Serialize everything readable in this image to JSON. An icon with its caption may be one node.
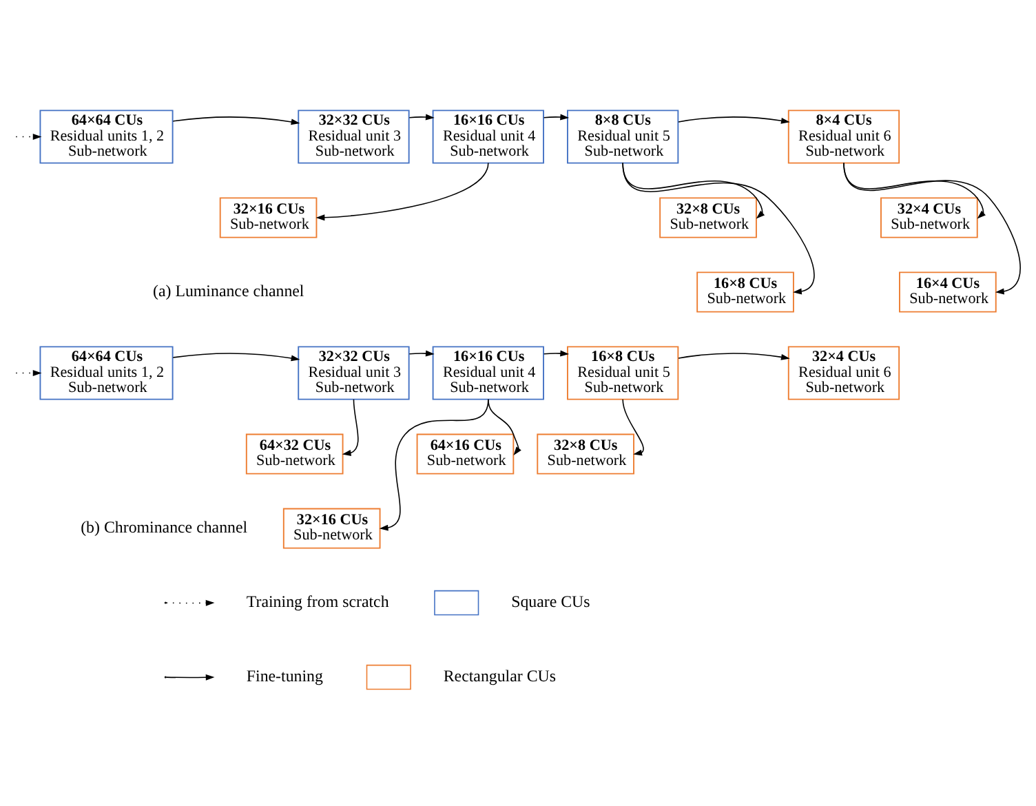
{
  "diagram": {
    "nodes": [
      {
        "text": [
          "64×64 CUs",
          "Residual units 1, 2",
          "Sub-network"
        ]
      },
      {
        "text": [
          "32×32 CUs",
          "Residual unit 3",
          "Sub-network"
        ]
      },
      {
        "text": [
          "16×16 CUs",
          "Residual unit 4",
          "Sub-network"
        ]
      },
      {
        "text": [
          "8×8 CUs",
          "Residual unit 5",
          "Sub-network"
        ]
      },
      {
        "text": [
          "8×4 CUs",
          "Residual unit 6",
          "Sub-network"
        ]
      },
      {
        "text": [
          "32×16 CUs",
          "Sub-network"
        ]
      },
      {
        "text": [
          "32×8 CUs",
          "Sub-network"
        ]
      },
      {
        "text": [
          "32×4 CUs",
          "Sub-network"
        ]
      },
      {
        "text": [
          "16×8 CUs",
          "Sub-network"
        ]
      },
      {
        "text": [
          "16×4 CUs",
          "Sub-network"
        ]
      },
      {
        "text": [
          "64×64 CUs",
          "Residual units 1, 2",
          "Sub-network"
        ]
      },
      {
        "text": [
          "32×32 CUs",
          "Residual unit 3",
          "Sub-network"
        ]
      },
      {
        "text": [
          "16×16 CUs",
          "Residual unit 4",
          "Sub-network"
        ]
      },
      {
        "text": [
          "16×8 CUs",
          "Residual unit 5",
          "Sub-network"
        ]
      },
      {
        "text": [
          "32×4 CUs",
          "Residual unit 6",
          "Sub-network"
        ]
      },
      {
        "text": [
          "64×32 CUs",
          "Sub-network"
        ]
      },
      {
        "text": [
          "64×16 CUs",
          "Sub-network"
        ]
      },
      {
        "text": [
          "32×8 CUs",
          "Sub-network"
        ]
      },
      {
        "text": [
          "32×16 CUs",
          "Sub-network"
        ]
      }
    ],
    "edges": [
      {
        "from": null,
        "to": 0,
        "arrow": "to",
        "style": "dashed"
      },
      {
        "from": 0,
        "to": 1,
        "arrow": "to"
      },
      {
        "from": 1,
        "to": 2,
        "arrow": "to"
      },
      {
        "from": 2,
        "to": 3,
        "arrow": "to"
      },
      {
        "from": 3,
        "to": 4,
        "arrow": "to"
      },
      {
        "from": 2,
        "to": 5,
        "arrow": "to"
      },
      {
        "from": 3,
        "to": 6,
        "arrow": "to"
      },
      {
        "from": 3,
        "to": 8,
        "arrow": "to"
      },
      {
        "from": 4,
        "to": 7,
        "arrow": "to"
      },
      {
        "from": 4,
        "to": 9,
        "arrow": "to"
      },
      {
        "from": null,
        "to": 10,
        "arrow": "to",
        "style": "dashed"
      },
      {
        "from": 10,
        "to": 11,
        "arrow": "to"
      },
      {
        "from": 11,
        "to": 12,
        "arrow": "to"
      },
      {
        "from": 12,
        "to": 13,
        "arrow": "to"
      },
      {
        "from": 13,
        "to": 14,
        "arrow": "to"
      },
      {
        "from": 11,
        "to": 15,
        "arrow": "to"
      },
      {
        "from": 12,
        "to": 16,
        "arrow": "to"
      },
      {
        "from": 12,
        "to": 18,
        "arrow": "to"
      },
      {
        "from": 13,
        "to": 17,
        "arrow": "to"
      }
    ],
    "labels": [
      "(a) Luminance channel",
      "(b) Chrominance channel"
    ],
    "legend": [
      {
        "text": "Training from scratch"
      },
      {
        "text": "Square CUs",
        "color": "#4472c4"
      },
      {
        "text": "Fine-tuning"
      },
      {
        "text": "Rectangular CUs",
        "color": "#ed7d31"
      }
    ]
  }
}
